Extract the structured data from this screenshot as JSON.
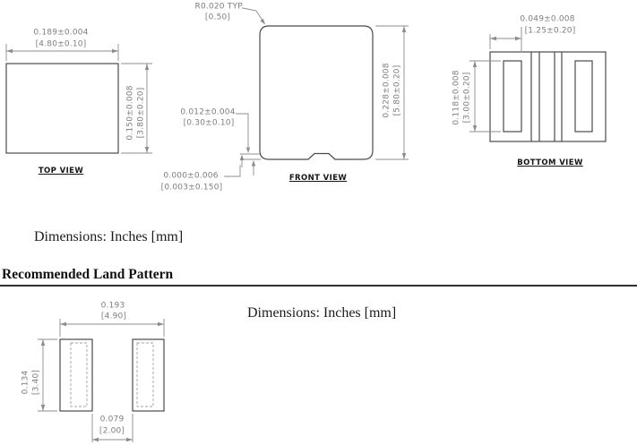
{
  "drawing": {
    "views": {
      "top": {
        "label": "TOP VIEW",
        "width_in": "0.189±0.004",
        "width_mm": "[4.80±0.10]",
        "height_in": "0.150±0.008",
        "height_mm": "[3.80±0.20]"
      },
      "front": {
        "label": "FRONT VIEW",
        "corner_radius_in": "R0.020 TYP.",
        "corner_radius_mm": "[0.50]",
        "height_in": "0.228±0.008",
        "height_mm": "[5.80±0.20]",
        "lead_step_in": "0.012±0.004",
        "lead_step_mm": "[0.30±0.10]",
        "coplanarity_in": "0.000±0.006",
        "coplanarity_mm": "[0.003±0.150]"
      },
      "bottom": {
        "label": "BOTTOM VIEW",
        "terminal_width_in": "0.049±0.008",
        "terminal_width_mm": "[1.25±0.20]",
        "terminal_length_in": "0.118±0.008",
        "terminal_length_mm": "[3.00±0.20]"
      }
    },
    "units_note_1": "Dimensions: Inches [mm]",
    "units_note_2": "Dimensions: Inches [mm]",
    "land_pattern": {
      "heading": "Recommended Land Pattern",
      "overall_width_in": "0.193",
      "overall_width_mm": "[4.90]",
      "pad_height_in": "0.134",
      "pad_height_mm": "[3.40]",
      "gap_in": "0.079",
      "gap_mm": "[2.00]"
    },
    "colors": {
      "outline": "#4a4a4a",
      "dimension": "#8c8c8c",
      "dimension_text": "#7d7d7d",
      "label_text": "#141414"
    }
  }
}
